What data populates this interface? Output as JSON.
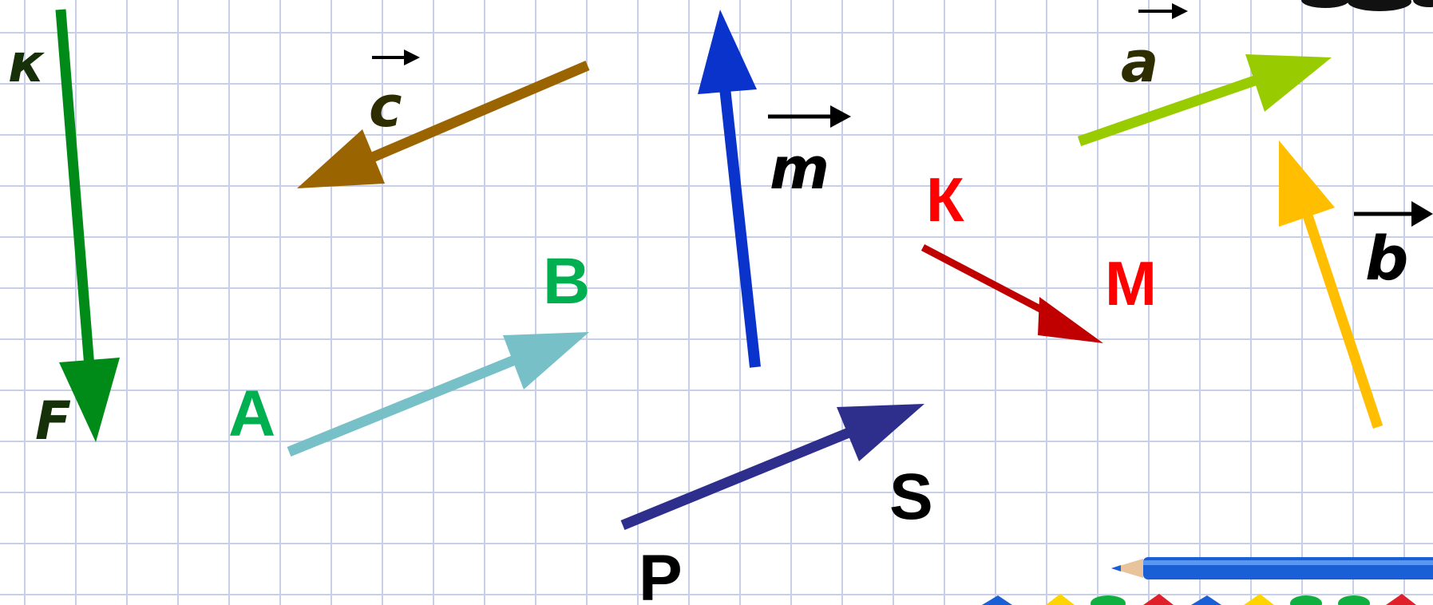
{
  "labels": {
    "k_green": "к",
    "f_green": "F",
    "c_vec": "c",
    "m_vec": "m",
    "a_vec": "a",
    "b_vec": "b",
    "k_red": "К",
    "m_red": "М",
    "a_point": "A",
    "b_point": "B",
    "p_point": "P",
    "s_point": "S"
  },
  "colors": {
    "kf_arrow": "#008a17",
    "c_arrow": "#9a6400",
    "m_arrow": "#0a33cc",
    "a_arrow": "#99cc00",
    "b_arrow": "#ffbf00",
    "km_arrow": "#c00000",
    "ab_arrow": "#78c0c8",
    "ps_arrow": "#2e2e8c",
    "point_labels_green": "#00b050",
    "red_labels": "#ff0000",
    "black": "#000000",
    "pencil": "#1a5fd6"
  }
}
